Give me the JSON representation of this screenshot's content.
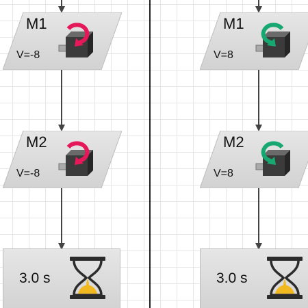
{
  "colors": {
    "block_fill": "#dedede",
    "arrow_ccw": "#e5195a",
    "arrow_cw": "#16a870",
    "sand": "#f2b81f"
  },
  "columns": [
    {
      "motors": [
        {
          "name": "M1",
          "value": "V=-8",
          "direction": "ccw-red"
        },
        {
          "name": "M2",
          "value": "V=-8",
          "direction": "ccw-red"
        }
      ],
      "wait": {
        "label": "3.0 s",
        "icon": "hourglass-icon"
      }
    },
    {
      "motors": [
        {
          "name": "M1",
          "value": "V=8",
          "direction": "cw-green"
        },
        {
          "name": "M2",
          "value": "V=8",
          "direction": "cw-green"
        }
      ],
      "wait": {
        "label": "3.0 s",
        "icon": "hourglass-icon"
      }
    }
  ]
}
